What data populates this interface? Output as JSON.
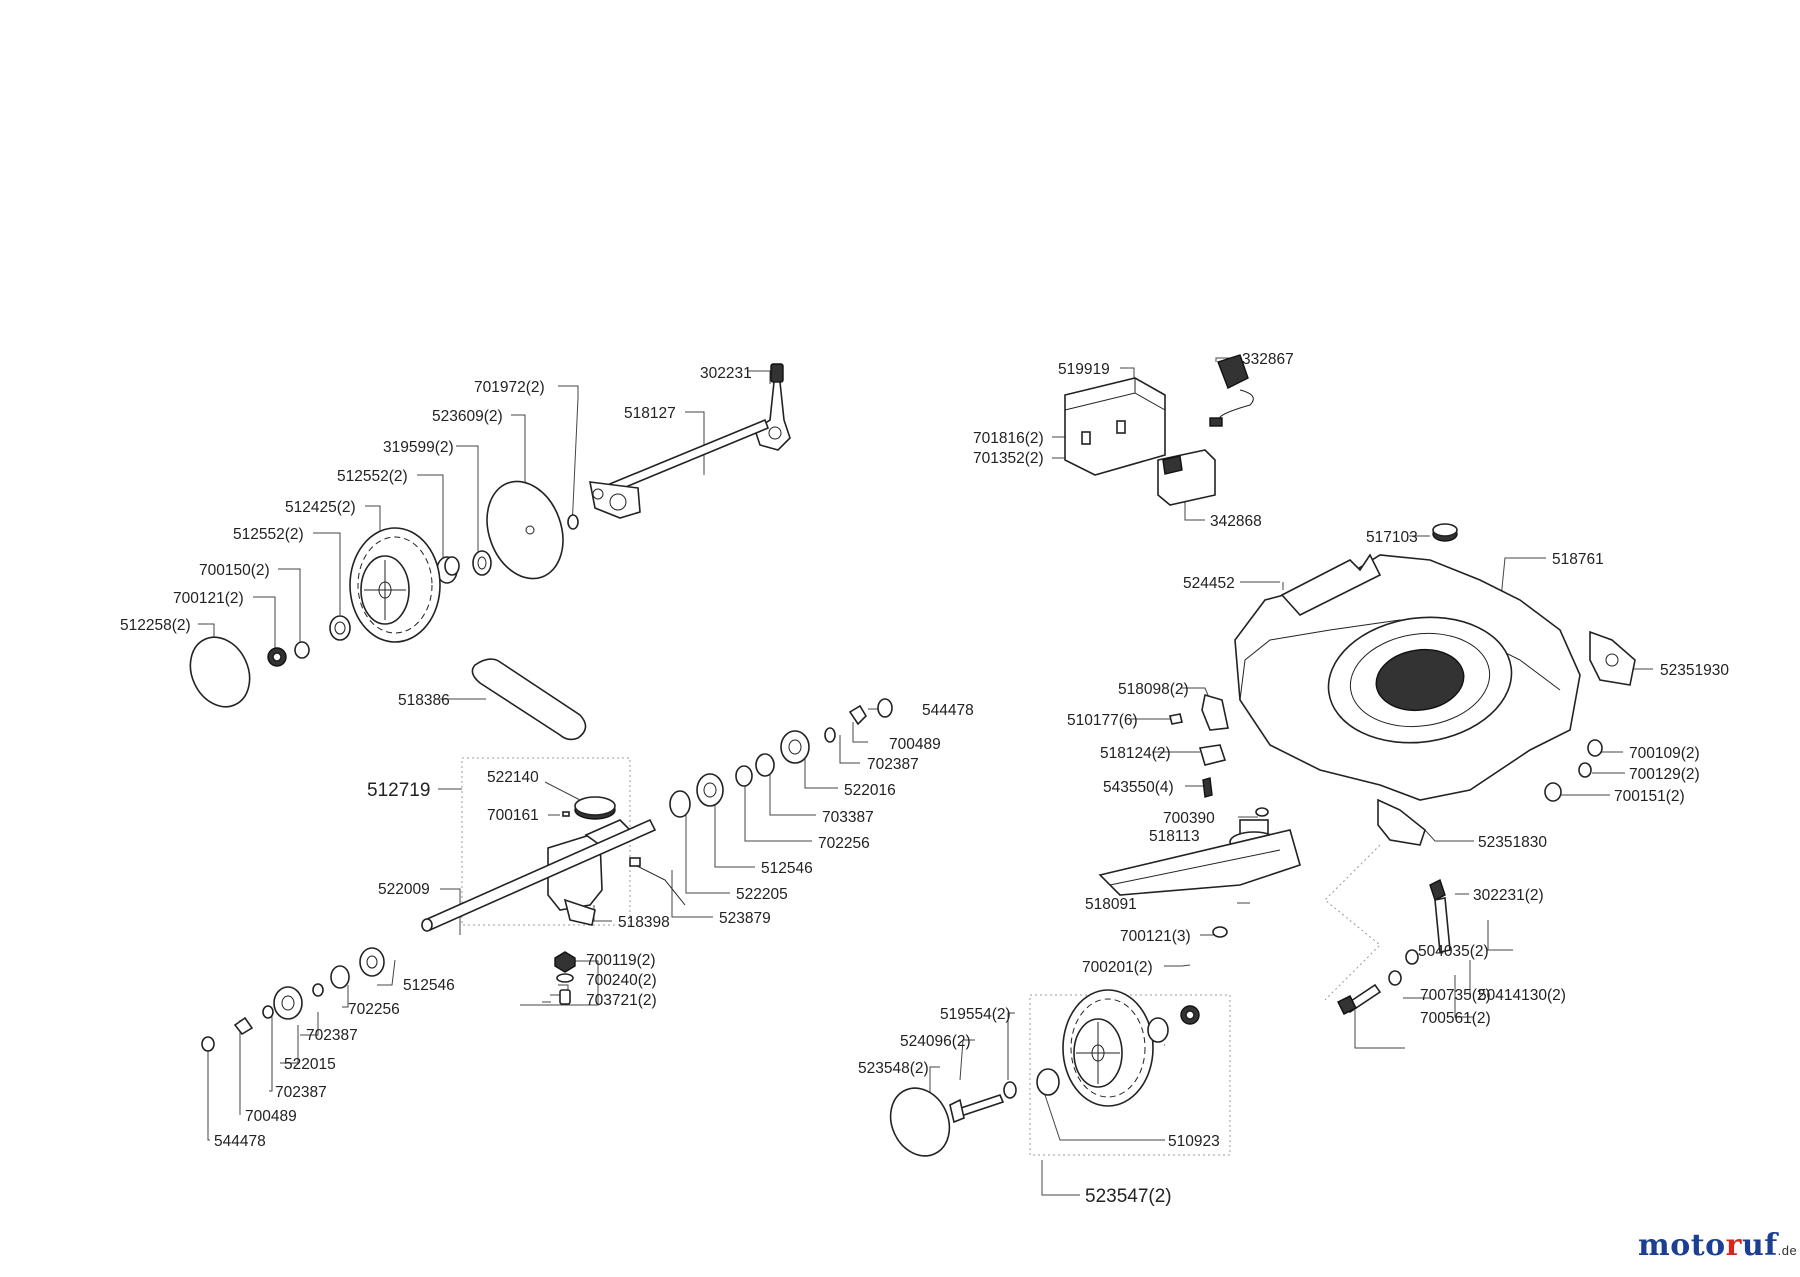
{
  "labels": {
    "l302231": "302231",
    "l701972": "701972(2)",
    "l518127": "518127",
    "l523609": "523609(2)",
    "l319599": "319599(2)",
    "l512552a": "512552(2)",
    "l512425": "512425(2)",
    "l512552b": "512552(2)",
    "l700150": "700150(2)",
    "l700121a": "700121(2)",
    "l512258": "512258(2)",
    "l518386": "518386",
    "l544478a": "544478",
    "l700489a": "700489",
    "l702387a": "702387",
    "l522016": "522016",
    "l703387": "703387",
    "l702256a": "702256",
    "l512546a": "512546",
    "l522205": "522205",
    "l523879": "523879",
    "l518398": "518398",
    "l522009": "522009",
    "l512719": "512719",
    "l522140": "522140",
    "l700161": "700161",
    "l700119": "700119(2)",
    "l700240": "700240(2)",
    "l703721": "703721(2)",
    "l512546b": "512546",
    "l702256b": "702256",
    "l702387b": "702387",
    "l522015": "522015",
    "l702387c": "702387",
    "l700489b": "700489",
    "l544478b": "544478",
    "l519919": "519919",
    "l332867": "332867",
    "l701816": "701816(2)",
    "l701352": "701352(2)",
    "l342868": "342868",
    "l517103": "517103",
    "l518761": "518761",
    "l524452": "524452",
    "l52351930": "52351930",
    "l518098": "518098(2)",
    "l510177": "510177(6)",
    "l518124": "518124(2)",
    "l543550": "543550(4)",
    "l700109": "700109(2)",
    "l700129": "700129(2)",
    "l700151": "700151(2)",
    "l700390": "700390",
    "l518113": "518113",
    "l52351830": "52351830",
    "l518091": "518091",
    "l302231b": "302231(2)",
    "l700121b": "700121(3)",
    "l504035": "504035(2)",
    "l700201": "700201(2)",
    "l700735": "700735(2)",
    "l50414130": "50414130(2)",
    "l700561": "700561(2)",
    "l519554": "519554(2)",
    "l524096": "524096(2)",
    "l523548": "523548(2)",
    "l510923": "510923",
    "l523547": "523547(2)"
  },
  "logo": {
    "a": "moto",
    "b": "r",
    "c": "uf",
    "d": ".de"
  },
  "colors": {
    "line": "#444444",
    "logo_blue": "#1c3f94",
    "logo_red": "#d9261c"
  }
}
